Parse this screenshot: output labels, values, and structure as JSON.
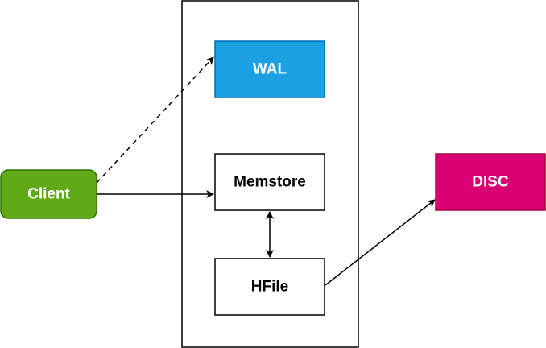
{
  "nodes": {
    "client": {
      "label": "Client",
      "fill": "#60a917",
      "stroke": "#2d7600",
      "text_color": "#ffffff"
    },
    "wal": {
      "label": "WAL",
      "fill": "#1ba1e2",
      "stroke": "#006eaf",
      "text_color": "#ffffff"
    },
    "memstore": {
      "label": "Memstore",
      "fill": "#ffffff",
      "stroke": "#000000",
      "text_color": "#000000"
    },
    "hfile": {
      "label": "HFile",
      "fill": "#ffffff",
      "stroke": "#000000",
      "text_color": "#000000"
    },
    "disc": {
      "label": "DISC",
      "fill": "#d80073",
      "stroke": "#a50040",
      "text_color": "#ffffff"
    }
  },
  "edges": [
    {
      "from": "client",
      "to": "wal",
      "style": "dashed",
      "arrow": "end"
    },
    {
      "from": "client",
      "to": "memstore",
      "style": "solid",
      "arrow": "end"
    },
    {
      "from": "memstore",
      "to": "hfile",
      "style": "solid",
      "arrow": "both"
    },
    {
      "from": "hfile",
      "to": "disc",
      "style": "solid",
      "arrow": "end"
    }
  ]
}
